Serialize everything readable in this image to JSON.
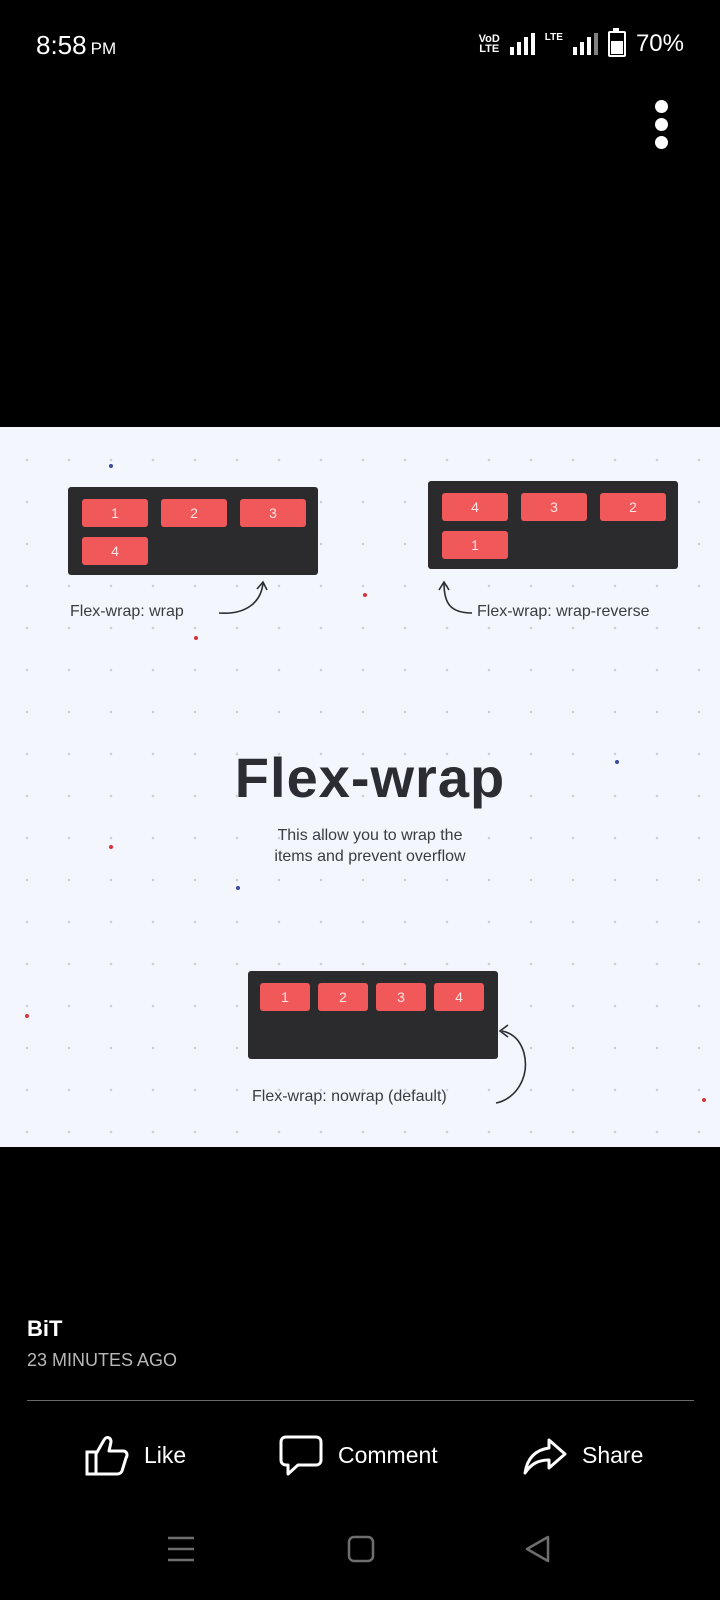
{
  "status_bar": {
    "time": "8:58",
    "ampm": "PM",
    "volte": "VoD\nLTE",
    "lte": "LTE",
    "battery": "70%"
  },
  "icons": {
    "more": "more-vertical-icon",
    "like": "thumbs-up-icon",
    "comment": "speech-bubble-icon",
    "share": "share-arrow-icon",
    "nav_recent": "menu-lines-icon",
    "nav_home": "square-icon",
    "nav_back": "triangle-back-icon"
  },
  "infographic": {
    "title": "Flex-wrap",
    "subtitle_line1": "This allow you to wrap the",
    "subtitle_line2": "items and prevent overflow",
    "wrap": {
      "caption": "Flex-wrap: wrap",
      "items": [
        "1",
        "2",
        "3",
        "4"
      ]
    },
    "wrap_reverse": {
      "caption": "Flex-wrap: wrap-reverse",
      "items": [
        "4",
        "3",
        "2",
        "1"
      ]
    },
    "nowrap": {
      "caption": "Flex-wrap: nowrap (default)",
      "items": [
        "1",
        "2",
        "3",
        "4"
      ]
    },
    "colors": {
      "item": "#f0585a",
      "box": "#2b2b2d",
      "background": "#f4f6fd"
    }
  },
  "post": {
    "author": "BiT",
    "timestamp": "23 MINUTES AGO",
    "like_label": "Like",
    "comment_label": "Comment",
    "share_label": "Share"
  }
}
